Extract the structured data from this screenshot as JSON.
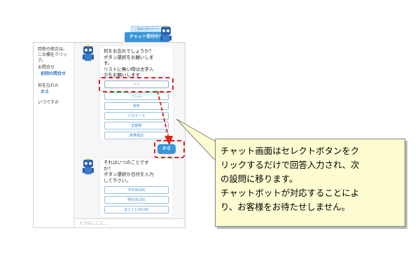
{
  "banner": {
    "top_label": "ご質問を受付中です",
    "main_label": "チャット受付中！"
  },
  "sidebar": {
    "intro_line1": "回答の修正は、",
    "intro_line2": "この欄をクリック。",
    "inquiry_label": "お問合せ",
    "inquiry_value": "初回の問合せ",
    "forgot_label": "何を忘れた",
    "forgot_value": "かさ",
    "when_label": "いつですか"
  },
  "chat": {
    "q1": "何をお忘れでしょうか？\nボタン選択をお願いしま\nす。\nリストに無い時は文字入\nカをお願いします",
    "options1": [
      "かさ",
      "さいふ",
      "財布",
      "パスケース",
      "定期券",
      "携帯電話"
    ],
    "answer": "かさ",
    "q2": "それはいつのことです\nか？\nボタン選択か日付を入力\nして下さい。",
    "options2": [
      "今日(6/26)",
      "昨日(6/25)",
      "おととい(6/24)"
    ],
    "input_placeholder": "入力はここに..."
  },
  "callout": {
    "text": "チャット画面はセレクトボタンをク\nリックするだけで回答入力され、次\nの設問に移ります。\nチャットボットが対応することによ\nり、お客様をお待たせしません。"
  },
  "colors": {
    "accent": "#3a95d8",
    "highlight": "#e02020",
    "callout_bg": "#fdfbd0"
  }
}
